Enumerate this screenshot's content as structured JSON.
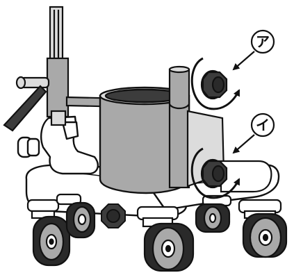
{
  "callouts": [
    {
      "label": "ア",
      "target": "upper-lock-knob"
    },
    {
      "label": "イ",
      "target": "lower-lock-knob"
    }
  ],
  "colors": {
    "line": "#111111",
    "light_gray": "#dcdcdc",
    "mid_gray": "#a9a9a9",
    "dark_gray": "#3c3c3c",
    "white": "#ffffff"
  }
}
